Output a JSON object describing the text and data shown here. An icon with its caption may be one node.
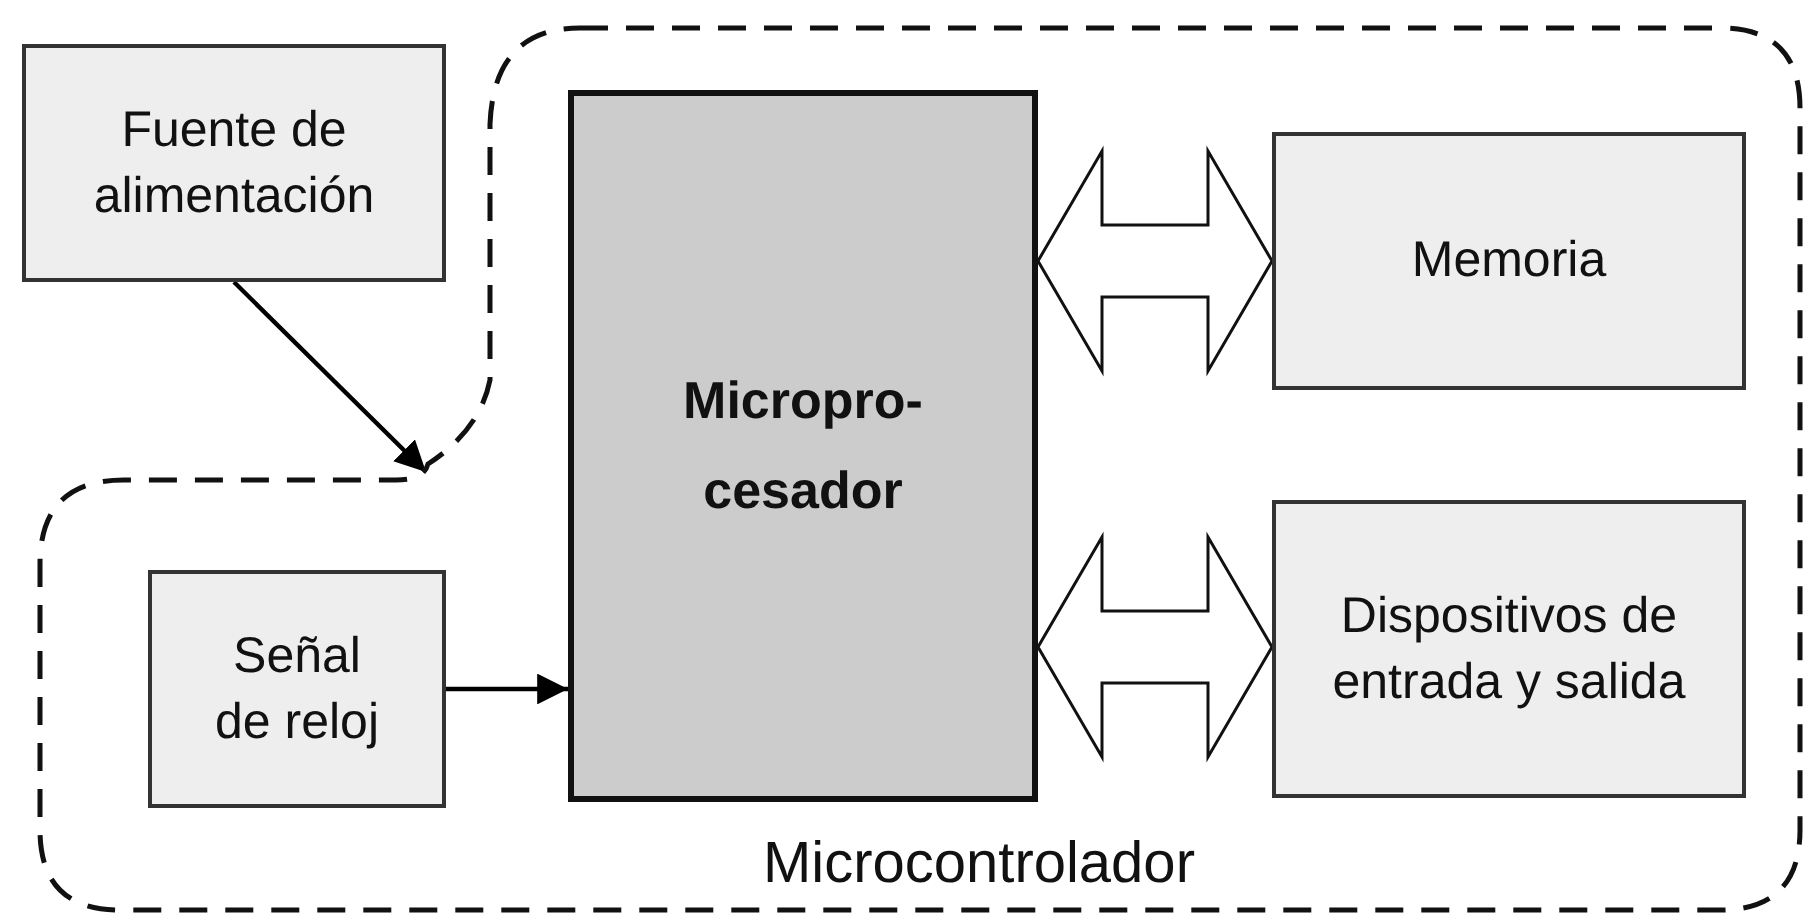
{
  "diagram": {
    "nodes": [
      {
        "text": [
          "Microcontrolador"
        ]
      },
      {
        "text": [
          "Fuente de alimentación"
        ]
      },
      {
        "text": [
          "Micropro- cesador"
        ],
        "in": 0
      },
      {
        "text": [
          "Memoria"
        ],
        "in": 0
      },
      {
        "text": [
          "Señal de reloj"
        ],
        "in": 0
      },
      {
        "text": [
          "Dispositivos de entrada y salida"
        ],
        "in": 0
      }
    ],
    "edges": [
      {
        "from": 1,
        "to": 0,
        "arrow": "to"
      },
      {
        "from": 4,
        "to": 2,
        "arrow": "to"
      },
      {
        "from": 2,
        "to": 3,
        "arrow": "both",
        "style": "thick"
      },
      {
        "from": 2,
        "to": 5,
        "arrow": "both",
        "style": "thick"
      }
    ]
  }
}
